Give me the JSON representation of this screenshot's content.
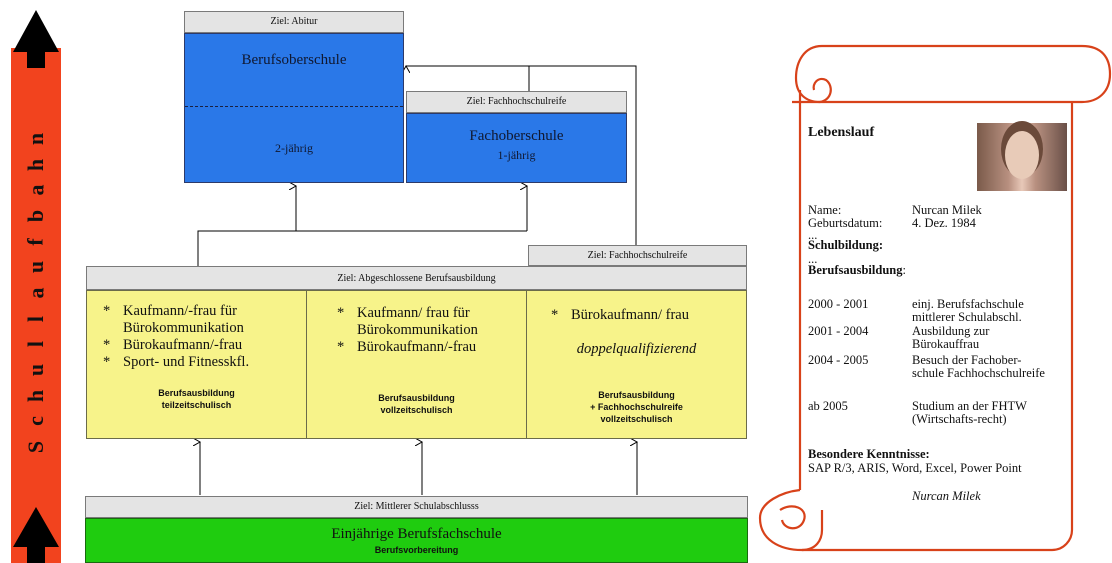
{
  "career_bar": {
    "letters": [
      "S",
      "c",
      "h",
      "u",
      "l",
      "l",
      "a",
      "u",
      "f",
      "b",
      "a",
      "h",
      "n"
    ]
  },
  "top": {
    "abitur_header": "Ziel: Abitur",
    "bos_title": "Berufsoberschule",
    "bos_duration": "2-jährig",
    "fhr_header": "Ziel: Fachhochschulreife",
    "fos_title": "Fachoberschule",
    "fos_duration": "1-jährig"
  },
  "middle": {
    "right_header": "Ziel: Fachhochschulreife",
    "main_header": "Ziel: Abgeschlossene Berufsausbildung",
    "col1": {
      "items": [
        "Kaufmann/-frau für Bürokommunikation",
        "Bürokaufmann/-frau",
        "Sport- und Fitnesskfl."
      ],
      "note_line1": "Berufsausbildung",
      "note_line2": "teilzeitschulisch"
    },
    "col2": {
      "items": [
        "Kaufmann/ frau für Bürokommunikation",
        "Bürokaufmann/-frau"
      ],
      "note_line1": "Berufsausbildung",
      "note_line2": "vollzeitschulisch"
    },
    "col3": {
      "items": [
        "Bürokaufmann/ frau"
      ],
      "emphasis": "doppelqualifizierend",
      "note_line1": "Berufsausbildung",
      "note_line2": "+ Fachhochschulreife",
      "note_line3": "vollzeitschulisch"
    }
  },
  "bottom": {
    "header": "Ziel: Mittlerer Schulabschlusss",
    "title": "Einjährige Berufsfachschule",
    "subtitle": "Berufsvorbereitung"
  },
  "cv": {
    "title": "Lebenslauf",
    "name_label": "Name:",
    "name_value": "Nurcan Milek",
    "dob_label": "Geburtsdatum:",
    "dob_value": "4. Dez. 1984",
    "dots1": "...",
    "school_heading": "Schulbildung:",
    "dots2": "...",
    "training_heading": "Berufsausbildung",
    "training_colon": ":",
    "entries": [
      {
        "period": "2000 - 2001",
        "text": "einj. Berufsfachschule mittlerer Schulabschl."
      },
      {
        "period": "2001 - 2004",
        "text": "Ausbildung zur Bürokauffrau"
      },
      {
        "period": "2004 - 2005",
        "text": "Besuch der Fachober-schule Fachhochschulreife"
      },
      {
        "period": "ab 2005",
        "text": "Studium an der FHTW (Wirtschafts-recht)"
      }
    ],
    "skills_heading": "Besondere Kenntnisse:",
    "skills": "SAP R/3, ARIS, Word, Excel, Power Point",
    "signature": "Nurcan Milek"
  },
  "colors": {
    "bar": "#f2431e",
    "blue": "#2a78e8",
    "yellow": "#f7f38a",
    "green": "#1fcc0f",
    "scroll": "#d8421a"
  }
}
